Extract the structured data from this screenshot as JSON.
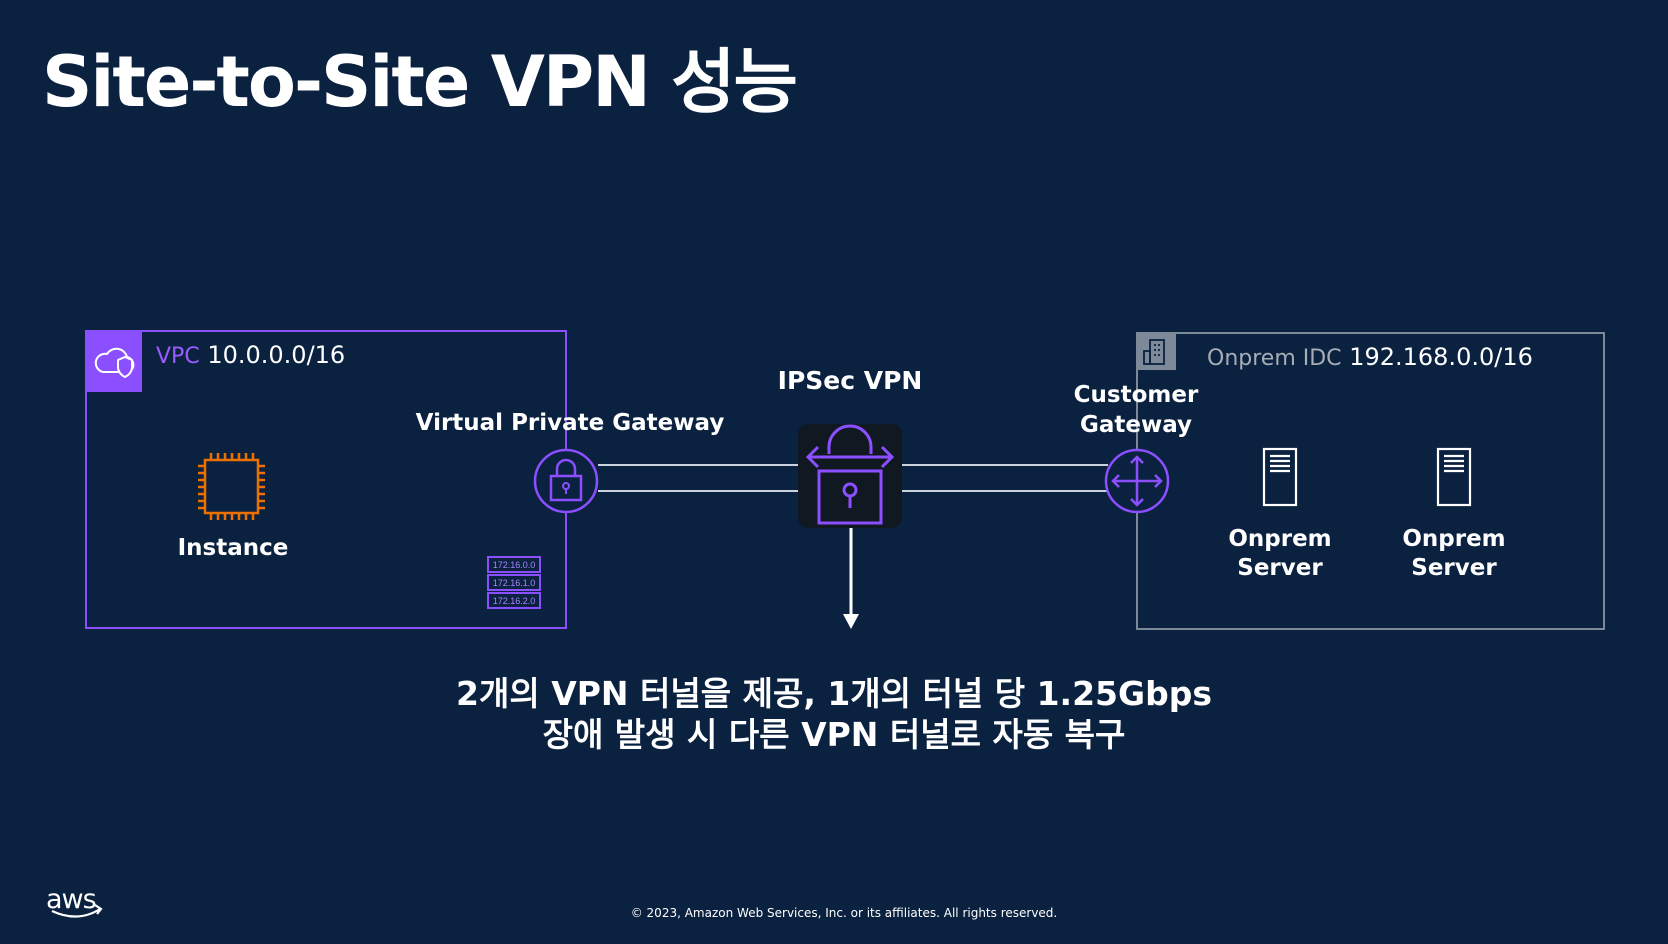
{
  "slide": {
    "title": "Site-to-Site VPN 성능",
    "caption_line1": "2개의 VPN 터널을 제공, 1개의 터널 당 1.25Gbps",
    "caption_line2": "장애 발생 시 다른 VPN 터널로 자동 복구",
    "copyright": "© 2023, Amazon Web Services, Inc. or its affiliates. All rights reserved.",
    "logo_text": "aws"
  },
  "vpc": {
    "keyword": "VPC",
    "cidr": "10.0.0.0/16",
    "instance_label": "Instance",
    "gateway_label": "Virtual Private Gateway",
    "routes": [
      "172.16.0.0",
      "172.16.1.0",
      "172.16.2.0"
    ]
  },
  "vpn": {
    "label": "IPSec VPN"
  },
  "onprem": {
    "keyword": "Onprem IDC",
    "cidr": "192.168.0.0/16",
    "gateway_line1": "Customer",
    "gateway_line2": "Gateway",
    "server1_line1": "Onprem",
    "server1_line2": "Server",
    "server2_line1": "Onprem",
    "server2_line2": "Server"
  },
  "colors": {
    "background": "#0b2140",
    "vpc_purple": "#8c4fff",
    "instance_orange": "#ed7100",
    "onprem_border": "#7d8998",
    "tunnel_line": "#c9d4df"
  }
}
